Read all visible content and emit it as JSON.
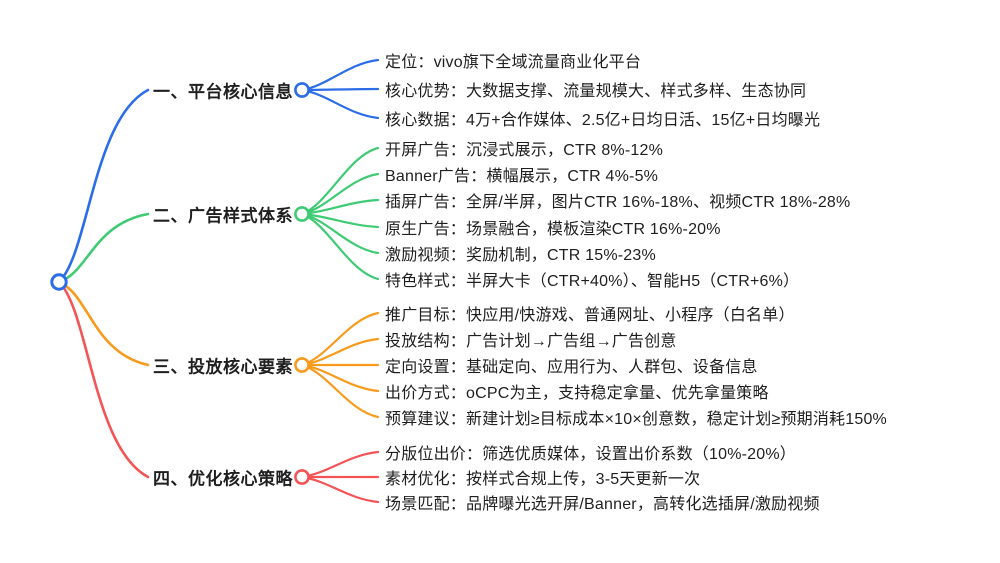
{
  "colors": {
    "blue": "#2b6ce8",
    "green": "#3ecb74",
    "orange": "#f89a1b",
    "red": "#f45456",
    "text": "#1f1f1f",
    "background": "#ffffff"
  },
  "branches": [
    {
      "label": "一、平台核心信息",
      "color": "blue",
      "leaves": [
        "定位：vivo旗下全域流量商业化平台",
        "核心优势：大数据支撑、流量规模大、样式多样、生态协同",
        "核心数据：4万+合作媒体、2.5亿+日均日活、15亿+日均曝光"
      ]
    },
    {
      "label": "二、广告样式体系",
      "color": "green",
      "leaves": [
        "开屏广告：沉浸式展示，CTR 8%-12%",
        "Banner广告：横幅展示，CTR 4%-5%",
        "插屏广告：全屏/半屏，图片CTR 16%-18%、视频CTR 18%-28%",
        "原生广告：场景融合，模板渲染CTR 16%-20%",
        "激励视频：奖励机制，CTR 15%-23%",
        "特色样式：半屏大卡（CTR+40%）、智能H5（CTR+6%）"
      ]
    },
    {
      "label": "三、投放核心要素",
      "color": "orange",
      "leaves": [
        "推广目标：快应用/快游戏、普通网址、小程序（白名单）",
        "投放结构：广告计划→广告组→广告创意",
        "定向设置：基础定向、应用行为、人群包、设备信息",
        "出价方式：oCPC为主，支持稳定拿量、优先拿量策略",
        "预算建议：新建计划≥目标成本×10×创意数，稳定计划≥预期消耗150%"
      ]
    },
    {
      "label": "四、优化核心策略",
      "color": "red",
      "leaves": [
        "分版位出价：筛选优质媒体，设置出价系数（10%-20%）",
        "素材优化：按样式合规上传，3-5天更新一次",
        "场景匹配：品牌曝光选开屏/Banner，高转化选插屏/激励视频"
      ]
    }
  ]
}
